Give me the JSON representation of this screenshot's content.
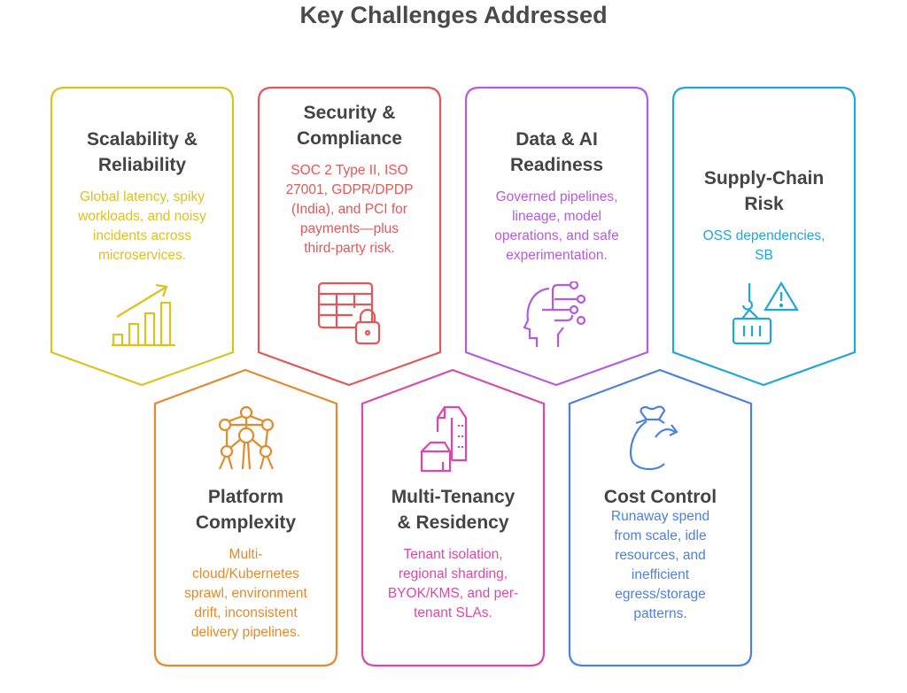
{
  "title": "Key Challenges Addressed",
  "colors": {
    "scalability": "#dcc21c",
    "security": "#e25858",
    "data_ai": "#b65ae2",
    "supply_chain": "#1fa7d9",
    "platform": "#e48a2c",
    "tenancy": "#dc48aa",
    "cost": "#4c80e2"
  },
  "cards": [
    {
      "key": "scalability",
      "title": [
        "Scalability &",
        "Reliability"
      ],
      "desc": [
        "Global latency, spiky",
        "workloads, and noisy",
        "incidents across",
        "microservices."
      ],
      "icon": "growth-chart-icon"
    },
    {
      "key": "security",
      "title": [
        "Security &",
        "Compliance"
      ],
      "desc": [
        "SOC 2 Type II, ISO",
        "27001, GDPR/DPDP",
        "(India), and PCI for",
        "payments—plus",
        "third-party risk."
      ],
      "icon": "table-lock-icon"
    },
    {
      "key": "data_ai",
      "title": [
        "Data & AI",
        "Readiness"
      ],
      "desc": [
        "Governed pipelines,",
        "lineage, model",
        "operations, and safe",
        "experimentation."
      ],
      "icon": "ai-head-icon"
    },
    {
      "key": "supply_chain",
      "title": [
        "Supply-Chain",
        "Risk"
      ],
      "desc": [
        "OSS dependencies,",
        "SB"
      ],
      "icon": "container-warning-icon"
    },
    {
      "key": "platform",
      "title": [
        "Platform",
        "Complexity"
      ],
      "desc": [
        "Multi-",
        "cloud/Kubernetes",
        "sprawl, environment",
        "drift, inconsistent",
        "delivery pipelines."
      ],
      "icon": "network-structure-icon"
    },
    {
      "key": "tenancy",
      "title": [
        "Multi-Tenancy",
        "& Residency"
      ],
      "desc": [
        "Tenant isolation,",
        "regional sharding,",
        "BYOK/KMS, and per-",
        "tenant SLAs."
      ],
      "icon": "buildings-icon"
    },
    {
      "key": "cost",
      "title": [
        "Cost Control"
      ],
      "desc": [
        "Runaway spend",
        "from scale, idle",
        "resources, and",
        "inefficient",
        "egress/storage",
        "patterns."
      ],
      "icon": "money-bag-icon"
    }
  ]
}
